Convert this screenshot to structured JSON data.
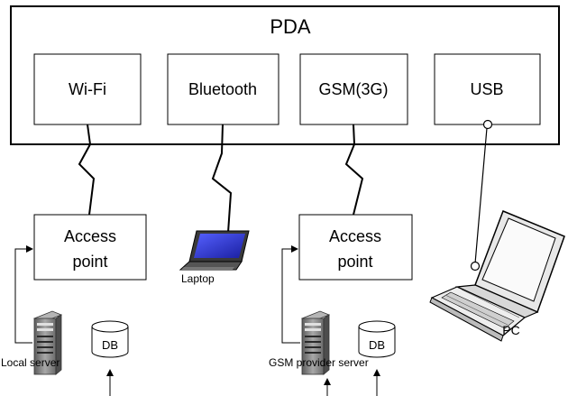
{
  "pda": {
    "label": "PDA"
  },
  "interfaces": [
    {
      "label": "Wi-Fi"
    },
    {
      "label": "Bluetooth"
    },
    {
      "label": "GSM(3G)"
    },
    {
      "label": "USB"
    }
  ],
  "access_points": [
    {
      "line1": "Access",
      "line2": "point"
    },
    {
      "line1": "Access",
      "line2": "point"
    }
  ],
  "devices": {
    "laptop_label": "Laptop",
    "pc_label": "PC",
    "local_server_label": "Local server",
    "gsm_server_label": "GSM provider server",
    "db_label": "DB"
  },
  "colors": {
    "stroke": "#000000",
    "laptop_screen": "#2f37d8",
    "server_body": "#8a8a8a",
    "pc_body": "#f2f2f2"
  }
}
